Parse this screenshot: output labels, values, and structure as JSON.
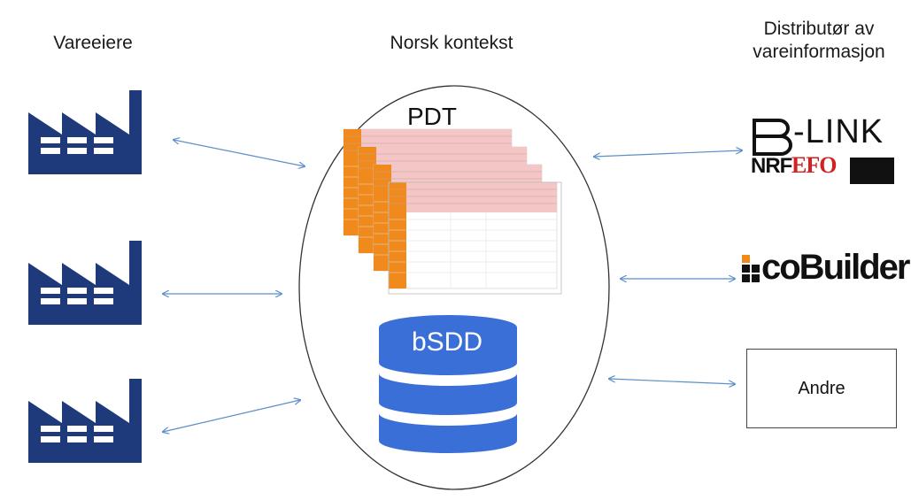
{
  "labels": {
    "left": "Vareeiere",
    "center": "Norsk kontekst",
    "right": "Distributør av vareinformasjon"
  },
  "center": {
    "pdt": "PDT",
    "bsdd": "bSDD"
  },
  "distributors": {
    "blink": "-LINK",
    "nrf": "NRF",
    "efo": "EFO",
    "cobuilder": "coBuilder",
    "andre": "Andre"
  },
  "colors": {
    "factory": "#1f3a7a",
    "database": "#3a6fd8",
    "arrow": "#5b8fc7",
    "sheet_header": "#f4c6c6",
    "sheet_side": "#f08a1c"
  },
  "icons": {
    "factory": "factory-icon",
    "database": "database-icon"
  }
}
